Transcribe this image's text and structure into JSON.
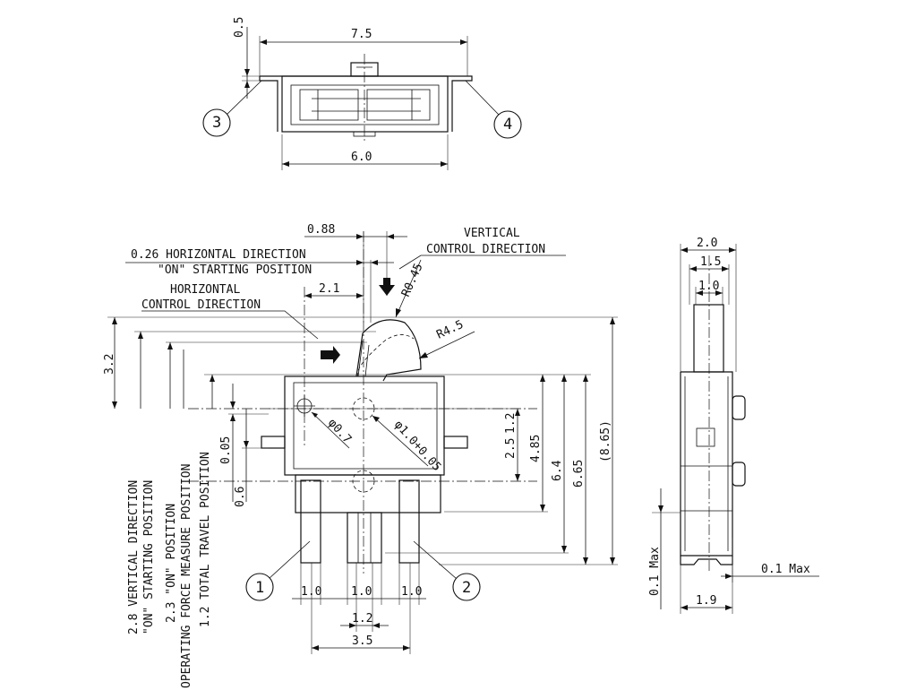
{
  "top_view": {
    "dims": {
      "width_total": "7.5",
      "thickness": "0.5",
      "width_body": "6.0"
    },
    "callouts": {
      "left": "3",
      "right": "4"
    }
  },
  "front_view": {
    "top_dims": {
      "d088": "0.88",
      "d21": "2.1"
    },
    "labels": {
      "horiz_dir": "0.26 HORIZONTAL DIRECTION",
      "on_start": "\"ON\" STARTING POSITION",
      "horiz_ctrl_1": "HORIZONTAL",
      "horiz_ctrl_2": "CONTROL DIRECTION",
      "vert_ctrl_1": "VERTICAL",
      "vert_ctrl_2": "CONTROL DIRECTION"
    },
    "radii": {
      "r045": "R0.45",
      "r45": "R4.5",
      "phi07": "φ0.7",
      "phi10": "φ1.0+0.05"
    },
    "left_dims": {
      "d32": "3.2",
      "d005": "0.05",
      "d06": "0.6"
    },
    "right_dims": {
      "d12": "1.2",
      "d25": "2.5",
      "d485": "4.85",
      "d64": "6.4",
      "d665": "6.65",
      "d865": "(8.65)"
    },
    "vertical_labels": {
      "l1": "2.8 VERTICAL DIRECTION",
      "l2": "\"ON\" STARTING POSITION",
      "l3": "2.3 \"ON\" POSITION",
      "l4": "OPERATING FORCE MEASURE POSITION",
      "l5": "1.2 TOTAL TRAVEL POSITION"
    },
    "bottom_dims": {
      "w1": "1.0",
      "w2": "1.0",
      "w3": "1.0",
      "pitch": "1.2",
      "span": "3.5"
    },
    "callouts": {
      "left": "1",
      "right": "2"
    }
  },
  "side_view": {
    "dims": {
      "d20": "2.0",
      "d15": "1.5",
      "d10": "1.0",
      "d01max_v": "0.1 Max",
      "d01max_h": "0.1 Max",
      "d19": "1.9"
    }
  }
}
